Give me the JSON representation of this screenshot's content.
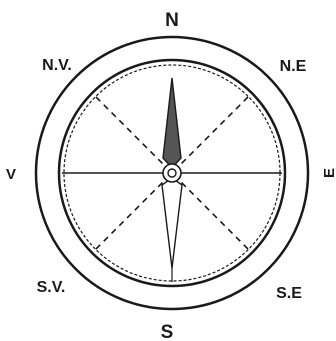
{
  "diagram": {
    "cardinal": {
      "north": "N",
      "south": "S",
      "west": "V",
      "east": "E"
    },
    "intercardinal": {
      "northwest": "N.V.",
      "northeast": "N.E",
      "southwest": "S.V.",
      "southeast": "S.E"
    },
    "colors": {
      "ink": "#1a1a1a",
      "needle_fill": "#555555",
      "background": "#ffffff"
    }
  }
}
